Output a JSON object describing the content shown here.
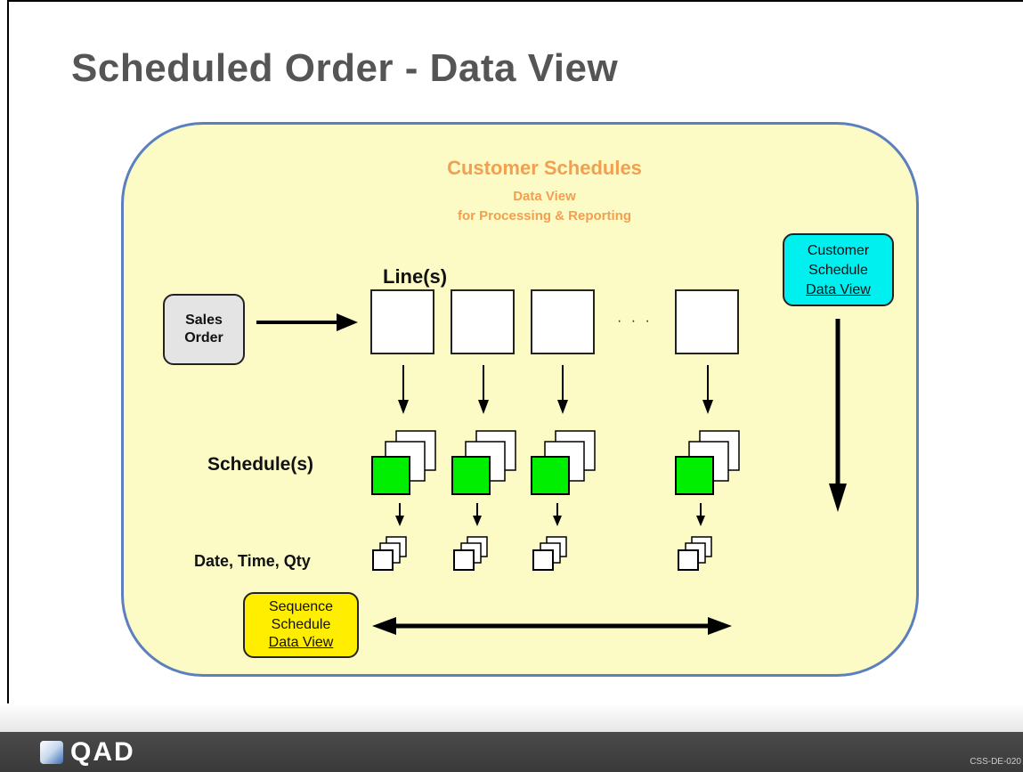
{
  "title": "Scheduled Order - Data View",
  "customer_schedules": {
    "title": "Customer Schedules",
    "subtitle1": "Data View",
    "subtitle2": "for Processing & Reporting"
  },
  "sales_order": {
    "line1": "Sales",
    "line2": "Order"
  },
  "lines_label": "Line(s)",
  "ellipsis": "· · ·",
  "schedules_label": "Schedule(s)",
  "dtq_label": "Date, Time, Qty",
  "customer_schedule_view": {
    "line1": "Customer",
    "line2": "Schedule",
    "line3": "Data View"
  },
  "sequence_schedule_view": {
    "line1": "Sequence",
    "line2": "Schedule",
    "line3": "Data View"
  },
  "footer": {
    "logo": "QAD",
    "code": "CSS-DE-020"
  },
  "colors": {
    "panel_fill": "#fcfbc6",
    "panel_border": "#5b80bd",
    "accent_orange": "#f0a050",
    "schedule_green": "#00ee00",
    "cyan_callout": "#00f0f0",
    "yellow_callout": "#ffee00"
  }
}
